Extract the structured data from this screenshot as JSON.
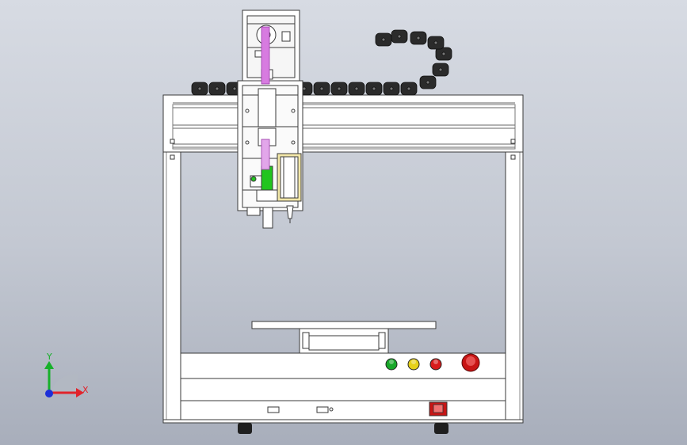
{
  "view": {
    "title": "",
    "background_top": "#d7dbe3",
    "background_bottom": "#a8aebb"
  },
  "triad": {
    "x_label": "X",
    "y_label": "Y",
    "x_color": "#e1232b",
    "y_color": "#17b02a",
    "z_color": "#1d2fd8"
  },
  "machine": {
    "frame_color": "#ffffff",
    "line_color": "#3a3a3a",
    "cable_chain_color": "#2b2b2b",
    "vertical_rail_color": "#d77be0",
    "valve_color": "#22c51f",
    "cartridge_color": "#f2e7a8"
  },
  "panel": {
    "buttons": [
      {
        "name": "green-button",
        "color": "#18a82a"
      },
      {
        "name": "yellow-button",
        "color": "#e6d11a"
      },
      {
        "name": "red-button",
        "color": "#d81c1c"
      }
    ],
    "emergency_stop_color": "#c81515",
    "power_switch_color": "#c81515"
  }
}
